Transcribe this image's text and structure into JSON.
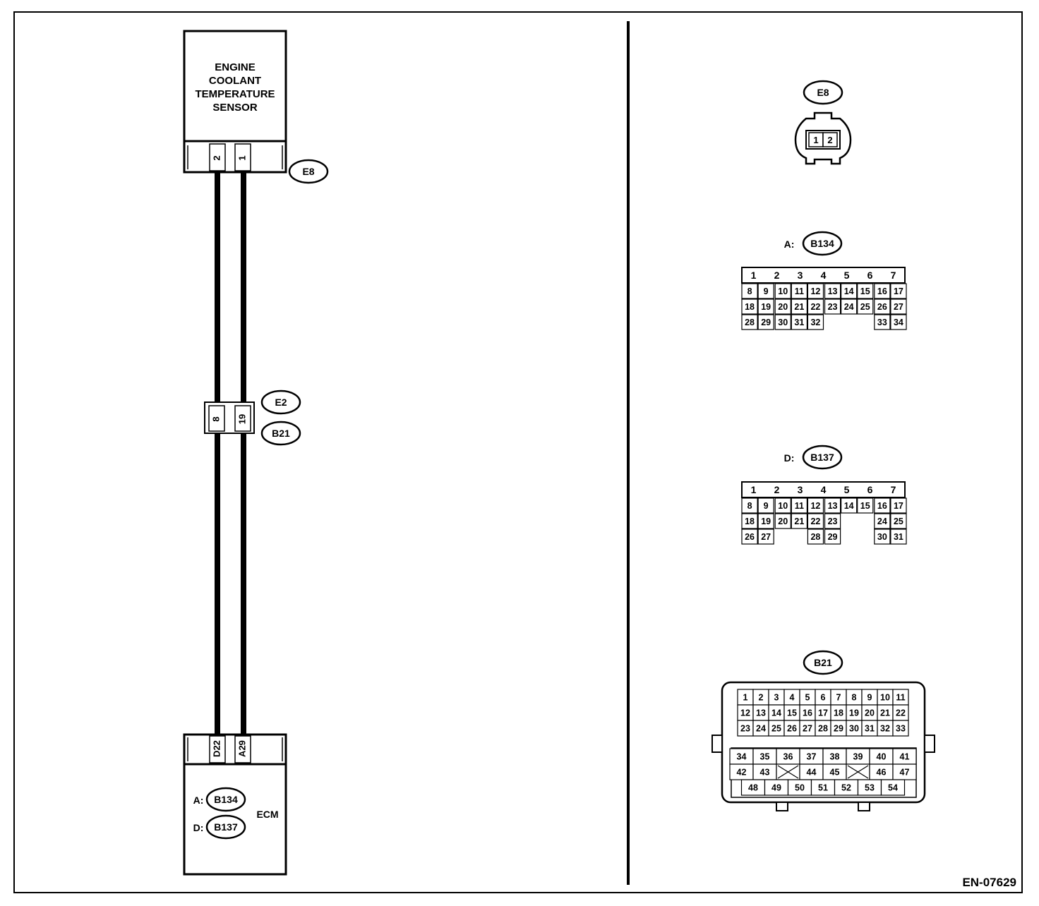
{
  "sensor": {
    "title_lines": [
      "ENGINE",
      "COOLANT",
      "TEMPERATURE",
      "SENSOR"
    ],
    "connector": "E8",
    "pins": [
      "2",
      "1"
    ]
  },
  "joint": {
    "connector_top": "E2",
    "connector_bottom": "B21",
    "pins": [
      "8",
      "19"
    ]
  },
  "ecm": {
    "label": "ECM",
    "pins": [
      "D22",
      "A29"
    ],
    "connectors": [
      {
        "prefix": "A:",
        "name": "B134"
      },
      {
        "prefix": "D:",
        "name": "B137"
      }
    ]
  },
  "views": {
    "e8": {
      "name": "E8",
      "pins": [
        "1",
        "2"
      ]
    },
    "b134": {
      "prefix": "A:",
      "name": "B134",
      "top_row": [
        "1",
        "2",
        "3",
        "4",
        "5",
        "6",
        "7"
      ],
      "rows": [
        [
          "8",
          "9",
          "10",
          "11",
          "12",
          "13",
          "14",
          "15",
          "16",
          "17"
        ],
        [
          "18",
          "19",
          "20",
          "21",
          "22",
          "23",
          "24",
          "25",
          "26",
          "27"
        ],
        [
          "28",
          "29",
          "30",
          "31",
          "32",
          "",
          "",
          "",
          "33",
          "34"
        ]
      ]
    },
    "b137": {
      "prefix": "D:",
      "name": "B137",
      "top_row": [
        "1",
        "2",
        "3",
        "4",
        "5",
        "6",
        "7"
      ],
      "rows": [
        [
          "8",
          "9",
          "10",
          "11",
          "12",
          "13",
          "14",
          "15",
          "16",
          "17"
        ],
        [
          "18",
          "19",
          "20",
          "21",
          "22",
          "23",
          "",
          "",
          "24",
          "25"
        ],
        [
          "26",
          "27",
          "",
          "",
          "28",
          "29",
          "",
          "",
          "30",
          "31"
        ]
      ]
    },
    "b21": {
      "name": "B21",
      "upper_rows": [
        [
          "1",
          "2",
          "3",
          "4",
          "5",
          "6",
          "7",
          "8",
          "9",
          "10",
          "11"
        ],
        [
          "12",
          "13",
          "14",
          "15",
          "16",
          "17",
          "18",
          "19",
          "20",
          "21",
          "22"
        ],
        [
          "23",
          "24",
          "25",
          "26",
          "27",
          "28",
          "29",
          "30",
          "31",
          "32",
          "33"
        ]
      ],
      "lower_rows": [
        [
          "34",
          "35",
          "36",
          "37",
          "38",
          "39",
          "40",
          "41"
        ],
        [
          "42",
          "43",
          "X",
          "44",
          "45",
          "X",
          "46",
          "47"
        ],
        [
          "48",
          "49",
          "50",
          "51",
          "52",
          "53",
          "54"
        ]
      ]
    }
  },
  "figure_id": "EN-07629"
}
